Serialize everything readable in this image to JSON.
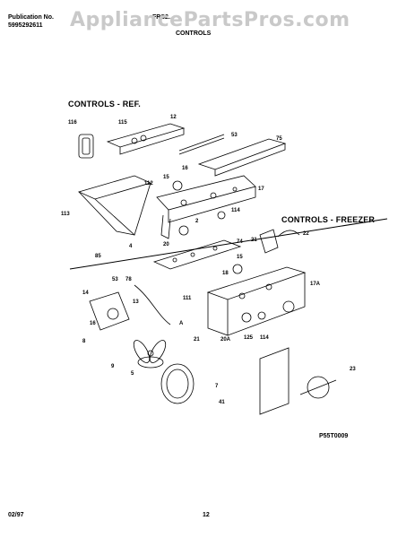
{
  "header": {
    "publication_label": "Publication No.",
    "publication_number": "5995292611",
    "model_label": "FRS2...",
    "section_title": "CONTROLS"
  },
  "watermark": "AppliancePartsPros.com",
  "sections": {
    "refrigerator": "CONTROLS - REF.",
    "freezer": "CONTROLS - FREEZER"
  },
  "callouts": [
    "116",
    "115",
    "12",
    "53",
    "75",
    "15",
    "16",
    "112",
    "17",
    "113",
    "114",
    "2",
    "20",
    "4",
    "85",
    "22",
    "74",
    "21",
    "15",
    "18",
    "17A",
    "53",
    "78",
    "14",
    "13",
    "111",
    "16",
    "8",
    "A",
    "21",
    "9",
    "5",
    "20A",
    "125",
    "114",
    "7",
    "41",
    "23"
  ],
  "footer": {
    "date": "02/97",
    "page": "12",
    "drawing_code": "P55T0009"
  },
  "colors": {
    "ink": "#000000",
    "watermark": "#c9c9c9",
    "background": "#ffffff"
  }
}
